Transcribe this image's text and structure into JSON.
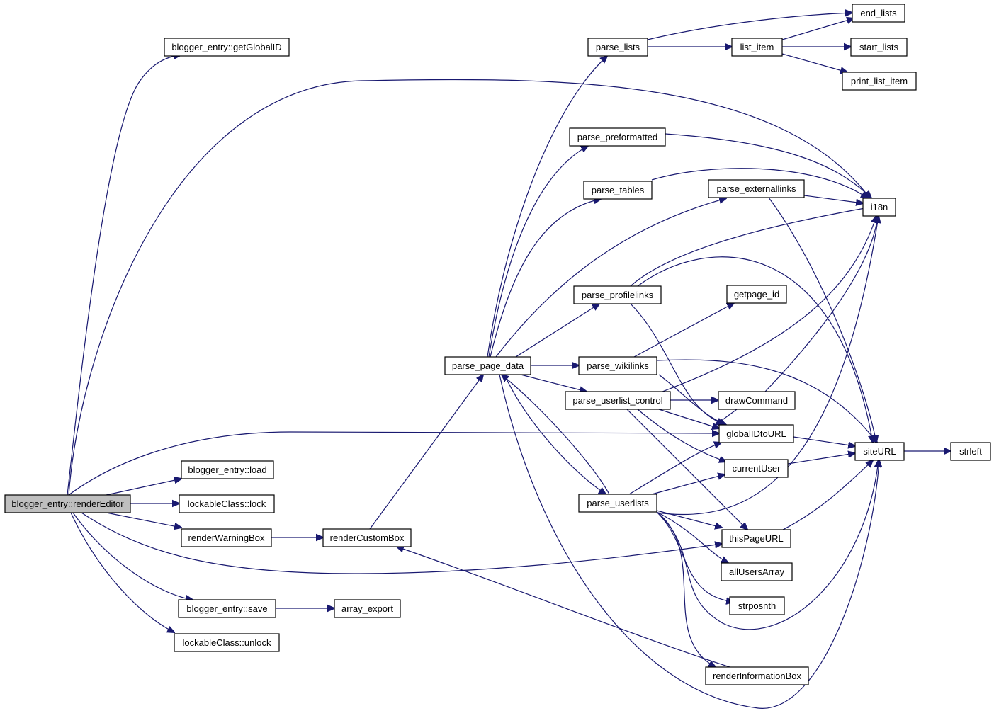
{
  "colors": {
    "edge": "#191970",
    "node_border": "#000000",
    "node_fill": "#ffffff",
    "root_fill": "#bfbfbf"
  },
  "nodes": [
    {
      "id": "renderEditor",
      "label": "blogger_entry::renderEditor",
      "root": true
    },
    {
      "id": "getGlobalID",
      "label": "blogger_entry::getGlobalID"
    },
    {
      "id": "load",
      "label": "blogger_entry::load"
    },
    {
      "id": "lock",
      "label": "lockableClass::lock"
    },
    {
      "id": "renderWarningBox",
      "label": "renderWarningBox"
    },
    {
      "id": "save",
      "label": "blogger_entry::save"
    },
    {
      "id": "unlock",
      "label": "lockableClass::unlock"
    },
    {
      "id": "renderCustomBox",
      "label": "renderCustomBox"
    },
    {
      "id": "array_export",
      "label": "array_export"
    },
    {
      "id": "parse_page_data",
      "label": "parse_page_data"
    },
    {
      "id": "parse_lists",
      "label": "parse_lists"
    },
    {
      "id": "parse_preformatted",
      "label": "parse_preformatted"
    },
    {
      "id": "parse_tables",
      "label": "parse_tables"
    },
    {
      "id": "parse_externallinks",
      "label": "parse_externallinks"
    },
    {
      "id": "parse_profilelinks",
      "label": "parse_profilelinks"
    },
    {
      "id": "parse_wikilinks",
      "label": "parse_wikilinks"
    },
    {
      "id": "parse_userlist_control",
      "label": "parse_userlist_control"
    },
    {
      "id": "parse_userlists",
      "label": "parse_userlists"
    },
    {
      "id": "list_item",
      "label": "list_item"
    },
    {
      "id": "end_lists",
      "label": "end_lists"
    },
    {
      "id": "start_lists",
      "label": "start_lists"
    },
    {
      "id": "print_list_item",
      "label": "print_list_item"
    },
    {
      "id": "i18n",
      "label": "i18n"
    },
    {
      "id": "getpage_id",
      "label": "getpage_id"
    },
    {
      "id": "drawCommand",
      "label": "drawCommand"
    },
    {
      "id": "globalIDtoURL",
      "label": "globalIDtoURL"
    },
    {
      "id": "currentUser",
      "label": "currentUser"
    },
    {
      "id": "thisPageURL",
      "label": "thisPageURL"
    },
    {
      "id": "allUsersArray",
      "label": "allUsersArray"
    },
    {
      "id": "strposnth",
      "label": "strposnth"
    },
    {
      "id": "renderInformationBox",
      "label": "renderInformationBox"
    },
    {
      "id": "siteURL",
      "label": "siteURL"
    },
    {
      "id": "strleft",
      "label": "strleft"
    }
  ],
  "edges": [
    {
      "from": "renderEditor",
      "to": "getGlobalID"
    },
    {
      "from": "renderEditor",
      "to": "i18n"
    },
    {
      "from": "renderEditor",
      "to": "globalIDtoURL"
    },
    {
      "from": "renderEditor",
      "to": "load"
    },
    {
      "from": "renderEditor",
      "to": "lock"
    },
    {
      "from": "renderEditor",
      "to": "renderWarningBox"
    },
    {
      "from": "renderEditor",
      "to": "thisPageURL"
    },
    {
      "from": "renderEditor",
      "to": "save"
    },
    {
      "from": "renderEditor",
      "to": "unlock"
    },
    {
      "from": "renderWarningBox",
      "to": "renderCustomBox"
    },
    {
      "from": "save",
      "to": "array_export"
    },
    {
      "from": "renderCustomBox",
      "to": "parse_page_data"
    },
    {
      "from": "parse_page_data",
      "to": "parse_lists"
    },
    {
      "from": "parse_page_data",
      "to": "parse_preformatted"
    },
    {
      "from": "parse_page_data",
      "to": "parse_tables"
    },
    {
      "from": "parse_page_data",
      "to": "parse_externallinks"
    },
    {
      "from": "parse_page_data",
      "to": "parse_profilelinks"
    },
    {
      "from": "parse_page_data",
      "to": "parse_wikilinks"
    },
    {
      "from": "parse_page_data",
      "to": "parse_userlist_control"
    },
    {
      "from": "parse_page_data",
      "to": "parse_userlists"
    },
    {
      "from": "parse_page_data",
      "to": "siteURL"
    },
    {
      "from": "parse_userlists",
      "to": "parse_page_data"
    },
    {
      "from": "parse_lists",
      "to": "list_item"
    },
    {
      "from": "parse_lists",
      "to": "end_lists"
    },
    {
      "from": "list_item",
      "to": "end_lists"
    },
    {
      "from": "list_item",
      "to": "start_lists"
    },
    {
      "from": "list_item",
      "to": "print_list_item"
    },
    {
      "from": "parse_preformatted",
      "to": "i18n"
    },
    {
      "from": "parse_tables",
      "to": "i18n"
    },
    {
      "from": "parse_externallinks",
      "to": "i18n"
    },
    {
      "from": "parse_externallinks",
      "to": "siteURL"
    },
    {
      "from": "parse_profilelinks",
      "to": "i18n"
    },
    {
      "from": "parse_profilelinks",
      "to": "siteURL"
    },
    {
      "from": "parse_profilelinks",
      "to": "globalIDtoURL"
    },
    {
      "from": "parse_wikilinks",
      "to": "getpage_id"
    },
    {
      "from": "parse_wikilinks",
      "to": "siteURL"
    },
    {
      "from": "parse_wikilinks",
      "to": "globalIDtoURL"
    },
    {
      "from": "parse_userlist_control",
      "to": "i18n"
    },
    {
      "from": "parse_userlist_control",
      "to": "drawCommand"
    },
    {
      "from": "parse_userlist_control",
      "to": "globalIDtoURL"
    },
    {
      "from": "parse_userlist_control",
      "to": "currentUser"
    },
    {
      "from": "parse_userlist_control",
      "to": "thisPageURL"
    },
    {
      "from": "drawCommand",
      "to": "i18n"
    },
    {
      "from": "drawCommand",
      "to": "globalIDtoURL"
    },
    {
      "from": "parse_userlists",
      "to": "globalIDtoURL"
    },
    {
      "from": "parse_userlists",
      "to": "currentUser"
    },
    {
      "from": "parse_userlists",
      "to": "i18n"
    },
    {
      "from": "parse_userlists",
      "to": "thisPageURL"
    },
    {
      "from": "parse_userlists",
      "to": "allUsersArray"
    },
    {
      "from": "parse_userlists",
      "to": "strposnth"
    },
    {
      "from": "parse_userlists",
      "to": "siteURL"
    },
    {
      "from": "parse_userlists",
      "to": "renderInformationBox"
    },
    {
      "from": "renderInformationBox",
      "to": "renderCustomBox"
    },
    {
      "from": "globalIDtoURL",
      "to": "siteURL"
    },
    {
      "from": "currentUser",
      "to": "siteURL"
    },
    {
      "from": "thisPageURL",
      "to": "siteURL"
    },
    {
      "from": "siteURL",
      "to": "strleft"
    }
  ]
}
